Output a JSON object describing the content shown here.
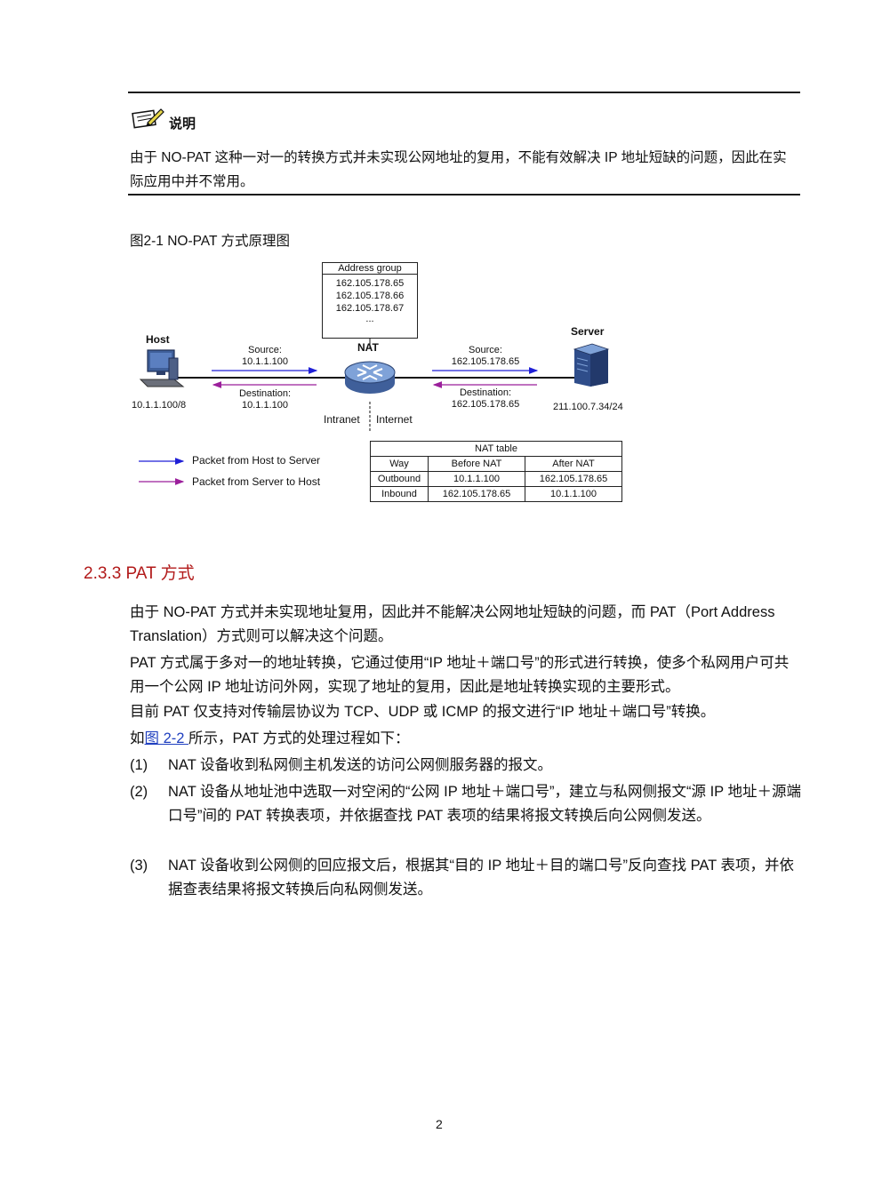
{
  "note": {
    "title": "说明",
    "text": "由于 NO-PAT 这种一对一的转换方式并未实现公网地址的复用，不能有效解决 IP 地址短缺的问题，因此在实际应用中并不常用。"
  },
  "figure": {
    "caption": "图2-1 NO-PAT 方式原理图",
    "address_group": {
      "title": "Address group",
      "entries": [
        "162.105.178.65",
        "162.105.178.66",
        "162.105.178.67",
        "..."
      ]
    },
    "host": {
      "label": "Host",
      "ip": "10.1.1.100/8"
    },
    "nat": {
      "label": "NAT",
      "left_side": "Intranet",
      "right_side": "Internet"
    },
    "server": {
      "label": "Server",
      "ip": "211.100.7.34/24"
    },
    "left_source": {
      "label": "Source:",
      "value": "10.1.1.100"
    },
    "left_destination": {
      "label": "Destination:",
      "value": "10.1.1.100"
    },
    "right_source": {
      "label": "Source:",
      "value": "162.105.178.65"
    },
    "right_destination": {
      "label": "Destination:",
      "value": "162.105.178.65"
    },
    "legend": {
      "outbound": "Packet from Host to Server",
      "inbound": "Packet from Server to Host",
      "outbound_color": "#1f1fd6",
      "inbound_color": "#9b1f9b"
    },
    "nat_table": {
      "title": "NAT table",
      "headers": [
        "Way",
        "Before NAT",
        "After NAT"
      ],
      "rows": [
        [
          "Outbound",
          "10.1.1.100",
          "162.105.178.65"
        ],
        [
          "Inbound",
          "162.105.178.65",
          "10.1.1.100"
        ]
      ]
    }
  },
  "section": {
    "title": "2.3.3  PAT 方式",
    "p1": "由于 NO-PAT 方式并未实现地址复用，因此并不能解决公网地址短缺的问题，而 PAT（Port Address Translation）方式则可以解决这个问题。",
    "p2": "PAT 方式属于多对一的地址转换，它通过使用“IP 地址＋端口号”的形式进行转换，使多个私网用户可共用一个公网 IP 地址访问外网，实现了地址的复用，因此是地址转换实现的主要形式。",
    "p3": "目前 PAT 仅支持对传输层协议为 TCP、UDP 或 ICMP 的报文进行“IP 地址＋端口号”转换。",
    "p4_prefix": "如",
    "p4_link": "图 2-2 ",
    "p4_suffix": "所示，PAT 方式的处理过程如下：",
    "steps": [
      {
        "num": "(1)",
        "text": "NAT 设备收到私网侧主机发送的访问公网侧服务器的报文。"
      },
      {
        "num": "(2)",
        "text": "NAT 设备从地址池中选取一对空闲的“公网 IP 地址＋端口号”，建立与私网侧报文“源 IP 地址＋源端口号”间的 PAT 转换表项，并依据查找 PAT 表项的结果将报文转换后向公网侧发送。"
      },
      {
        "num": "(3)",
        "text": "NAT 设备收到公网侧的回应报文后，根据其“目的 IP 地址＋目的端口号”反向查找 PAT 表项，并依据查表结果将报文转换后向私网侧发送。"
      }
    ]
  },
  "page_number": "2"
}
